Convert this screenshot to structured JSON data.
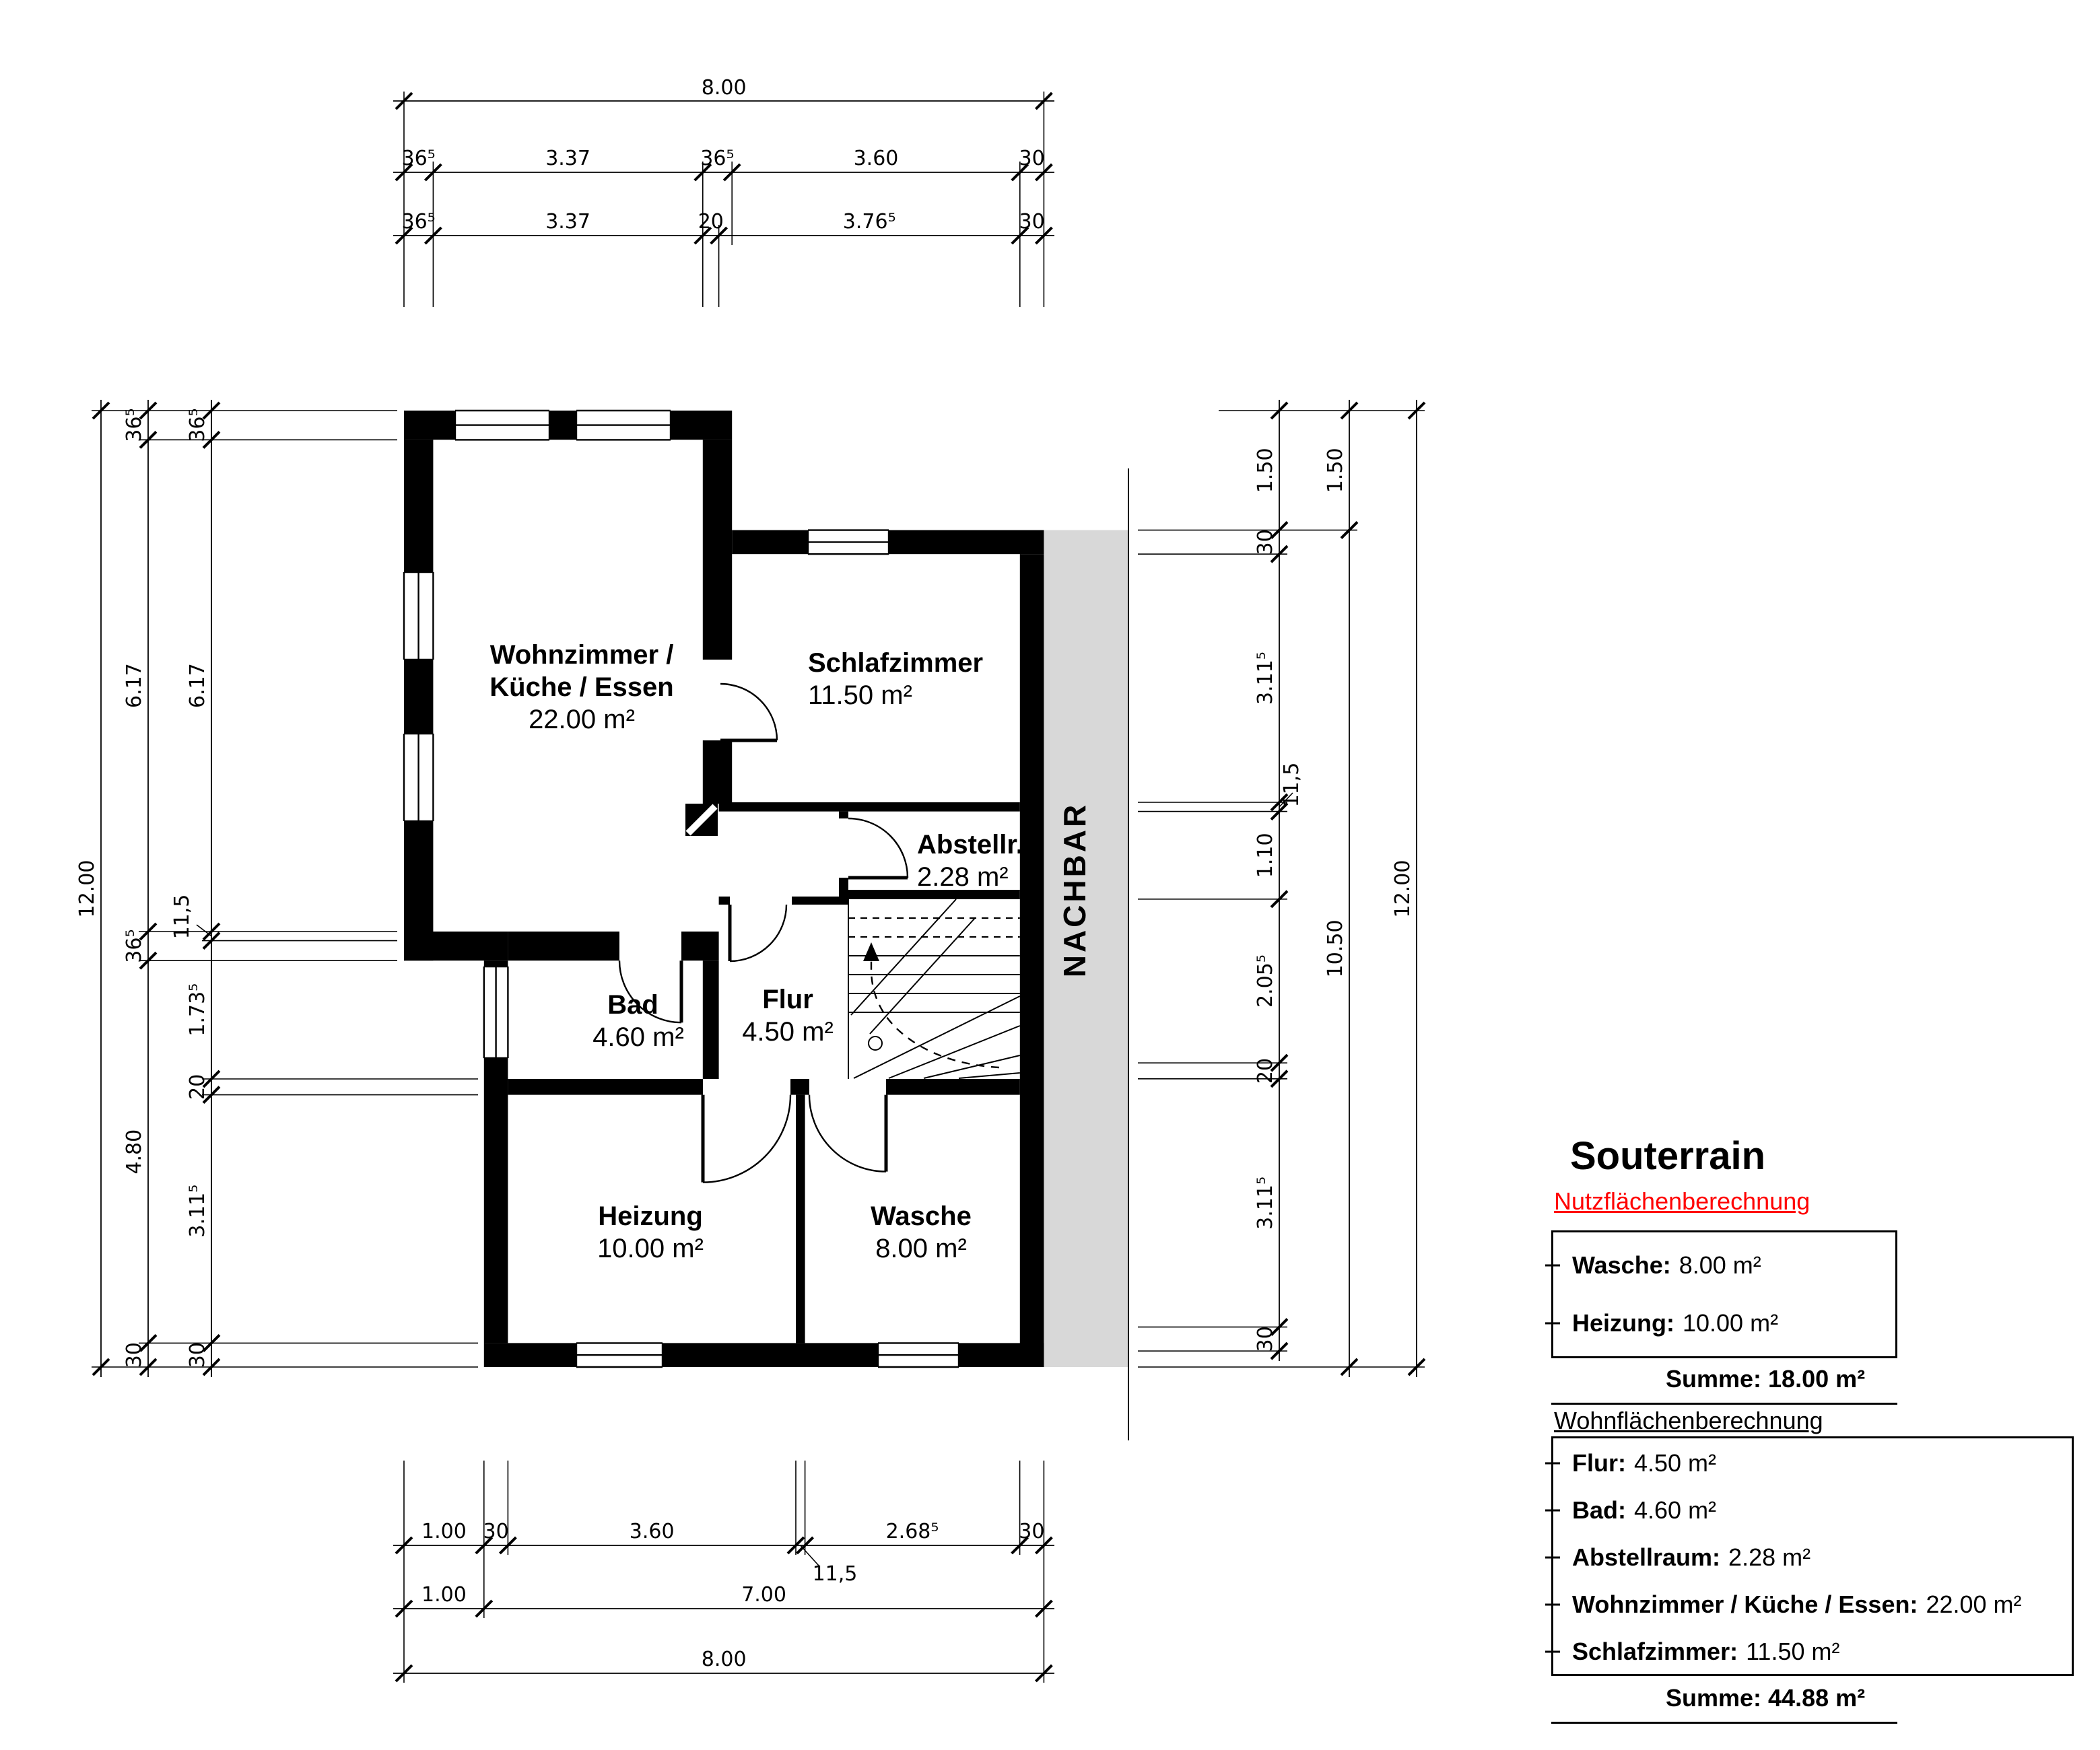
{
  "plan": {
    "rooms": {
      "wohnzimmer": {
        "line1": "Wohnzimmer /",
        "line2": "Küche / Essen",
        "area": "22.00 m²"
      },
      "schlafzimmer": {
        "name": "Schlafzimmer",
        "area": "11.50 m²"
      },
      "abstellraum": {
        "name": "Abstellr.",
        "area": "2.28 m²"
      },
      "bad": {
        "name": "Bad",
        "area": "4.60 m²"
      },
      "flur": {
        "name": "Flur",
        "area": "4.50 m²"
      },
      "heizung": {
        "name": "Heizung",
        "area": "10.00 m²"
      },
      "wasche": {
        "name": "Wasche",
        "area": "8.00 m²"
      },
      "nachbar": "NACHBAR"
    },
    "dims": {
      "top_total": "8.00",
      "top_row1": [
        "36⁵",
        "3.37",
        "36⁵",
        "3.60",
        "30"
      ],
      "top_row2": [
        "36⁵",
        "3.37",
        "20",
        "3.76⁵",
        "30"
      ],
      "left_total": "12.00",
      "left_outer": [
        "36⁵",
        "6.17",
        "36⁵",
        "4.80",
        "30"
      ],
      "left_inner": [
        "36⁵",
        "6.17",
        "11,5",
        "1.73⁵",
        "20",
        "3.11⁵",
        "30"
      ],
      "right_total": "12.00",
      "right_mid": [
        "1.50",
        "10.50"
      ],
      "right_inner": [
        "1.50",
        "30",
        "3.11⁵",
        "11,5",
        "1.10",
        "2.05⁵",
        "20",
        "3.11⁵",
        "30"
      ],
      "bottom_row1": [
        "1.00",
        "30",
        "3.60",
        "11,5",
        "2.68⁵",
        "30"
      ],
      "bottom_row2": [
        "1.00",
        "7.00"
      ],
      "bottom_total": "8.00"
    }
  },
  "legend": {
    "title": "Souterrain",
    "nutz_heading": "Nutzflächenberechnung",
    "nutz_items": [
      {
        "label": "Wasche:",
        "value": "8.00 m²"
      },
      {
        "label": "Heizung:",
        "value": "10.00 m²"
      }
    ],
    "nutz_summe": "Summe: 18.00 m²",
    "wohn_heading": "Wohnflächenberechnung",
    "wohn_items": [
      {
        "label": "Flur:",
        "value": "4.50 m²"
      },
      {
        "label": "Bad:",
        "value": "4.60 m²"
      },
      {
        "label": "Abstellraum:",
        "value": "2.28 m²"
      },
      {
        "label": "Wohnzimmer / Küche / Essen:",
        "value": "22.00 m²"
      },
      {
        "label": "Schlafzimmer:",
        "value": "11.50 m²"
      }
    ],
    "wohn_summe": "Summe: 44.88 m²"
  },
  "colors": {
    "nachbar_fill": "#d8d8d8",
    "heading_red": "#ff0000",
    "wall": "#000000"
  }
}
